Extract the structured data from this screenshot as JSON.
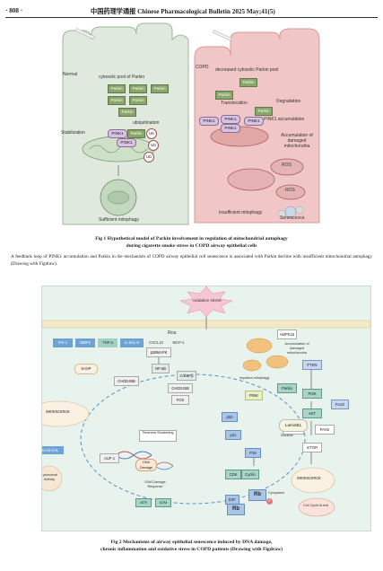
{
  "header": {
    "page_number": "· 808 ·",
    "journal": "中国药理学通报  Chinese Pharmacological Bulletin  2025 May;41(5)"
  },
  "fig1": {
    "normal_label": "Normal",
    "copd_label": "COPD",
    "cytosolic_pool": "cytosolic pool of Parkin",
    "decreased_pool": "decreased cytosolic Parkin pool",
    "parkin": "Parkin",
    "ub": "Ub",
    "pink1": "PINK1",
    "ubiquitination": "ubiquitination",
    "stabilization": "Stabilization",
    "translocation": "Translocation",
    "degradation": "Degradation",
    "pink1_accum": "PINK1 accumulation",
    "accum_damaged": "Accumulation of damaged mitochondria",
    "ros": "ROS",
    "sufficient": "Sufficient mitophagy",
    "insufficient": "Insufficient mitophagy",
    "senescence": "Senescence"
  },
  "caption1": {
    "title_line1": "Fig 1   Hypothetical model of Parkin involvement in regulation of mitochondrial autophagy",
    "title_line2": "during cigarette smoke stress in COPD airway epithelial cells",
    "description": "A feedback loop of PINK1 accumulation and Parkin in the mechanism of COPD airway epithelial cell senescence is associated with Parkin decline with insufficient mitochondrial autophagy (Drawing with Figdraw)."
  },
  "fig2": {
    "oxidative_stress": "oxidative stress",
    "ros": "Ros",
    "ampk": "AMPK15",
    "accum_damaged": "Accumulation of damaged mitochondria",
    "impaired": "Impaired mitophagy",
    "parkin": "Parkin",
    "pink": "PINK",
    "p38mapk": "p38MAPK",
    "nfkb": "NF-κB",
    "cebpb": "C/EBPβ",
    "gadd45b_1": "GADD45B",
    "gadd45b_2": "GADD45B",
    "fos": "FOS",
    "sasp": "SASP",
    "senescence_left": "senescence",
    "sa_bgal": "SA-β-GAL",
    "lysosomal": "Lysosomal Activity",
    "telomere": "Telomere Shortening",
    "auf1": "AUF-1",
    "dna_damage": "DNA Damage",
    "dna_response": "DNA Damage Response",
    "atr": "ATR",
    "atm": "ATM",
    "p53": "p53",
    "p21": "p21",
    "p16": "P16",
    "cdk": "CDK",
    "cyclin": "Cyclin",
    "e2f": "E2F",
    "rb": "Rb",
    "rb2": "Rb",
    "p": "P",
    "laminb1": "LaminB1",
    "nucleus": "Nucleus",
    "pi3k": "PI3K",
    "pi3k_top": "PTEN",
    "akt": "AKT",
    "foxo": "FoxO",
    "depor": "DEPOR",
    "pah2": "PAH2",
    "mtor": "mTOR",
    "senescence_right": "senescence",
    "cytoplasm": "Cytoplasm",
    "cell_cycle_arrest": "Cell Cycle Arrest",
    "cytokines": [
      "PAI-1",
      "MMPs",
      "TNF-α",
      "IL-6/IL-8",
      "CXCL10",
      "MCP-1"
    ]
  },
  "caption2": {
    "title_line1": "Fig 2   Mechanisms of airway epithelial senescence induced by DNA damage,",
    "title_line2": "chronic inflammation and oxidative stress in COPD patients (Drawing with Figdraw)"
  }
}
